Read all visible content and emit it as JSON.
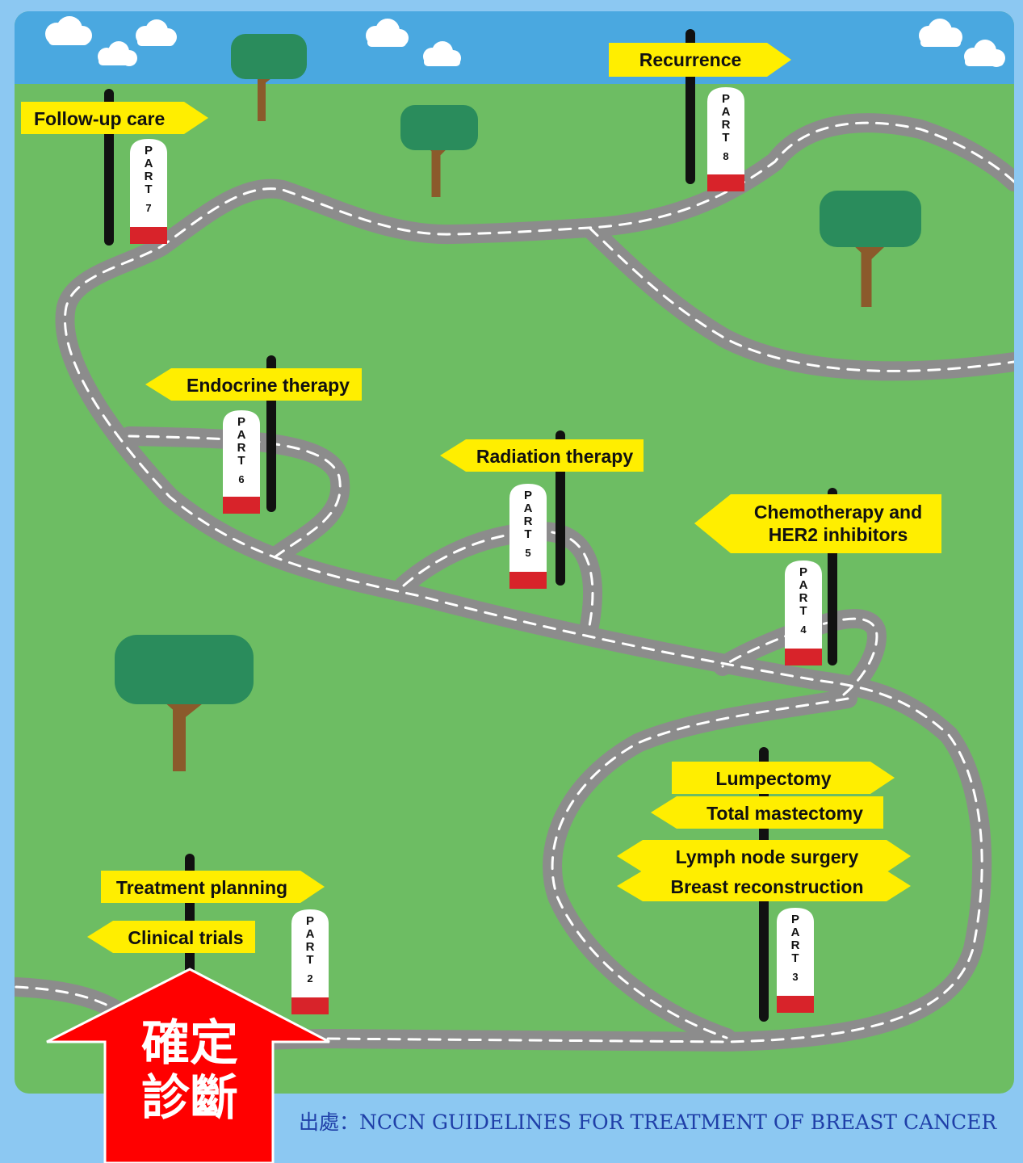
{
  "signs": {
    "follow_up_care": "Follow-up care",
    "recurrence": "Recurrence",
    "endocrine_therapy": "Endocrine therapy",
    "radiation_therapy": "Radiation therapy",
    "chemo_line1": "Chemotherapy and",
    "chemo_line2": "HER2 inhibitors",
    "lumpectomy": "Lumpectomy",
    "total_mastectomy": "Total mastectomy",
    "lymph_node_surgery": "Lymph node surgery",
    "breast_reconstruction": "Breast reconstruction",
    "treatment_planning": "Treatment planning",
    "clinical_trials": "Clinical trials"
  },
  "markers": {
    "word": [
      "P",
      "A",
      "R",
      "T"
    ],
    "part2": "2",
    "part3": "3",
    "part4": "4",
    "part5": "5",
    "part6": "6",
    "part7": "7",
    "part8": "8"
  },
  "arrow": {
    "line1": "確定",
    "line2": "診斷"
  },
  "caption": "出處：NCCN GUIDELINES FOR TREATMENT OF BREAST CANCER",
  "colors": {
    "sky": "#4aa8e0",
    "grass": "#6dbd63",
    "road": "#8c8c8c",
    "sign": "#ffee00",
    "marker_base": "#d8232a",
    "tree_crown": "#2a8c5c",
    "tree_trunk": "#8b5a2b",
    "arrow": "#ff0000"
  }
}
